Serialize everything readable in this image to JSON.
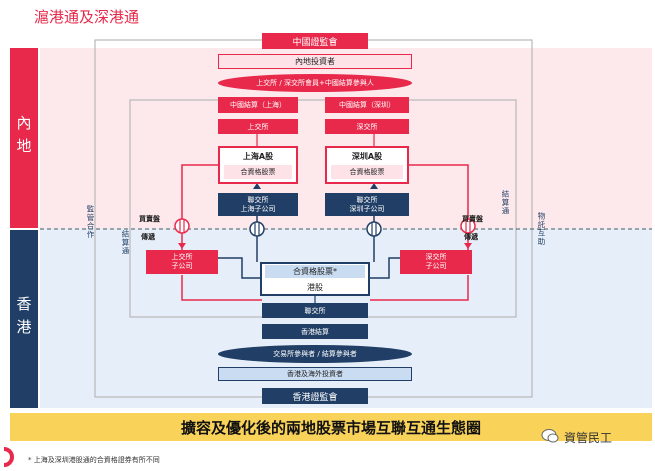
{
  "title": "滬港通及深港通",
  "banner": "擴容及優化後的兩地股票市場互聯互通生態圈",
  "footnote": "* 上海及深圳港股通的合資格證券有所不同",
  "watermark": "資管民工",
  "regions": {
    "mainland": "內地",
    "hongkong": "香港"
  },
  "boxes": {
    "csrc": "中國證監會",
    "mainland_investors": "內地投資者",
    "mainland_members": "上交所 / 深交所會員+中國結算參與人",
    "chinaclear_sh": "中國結算（上海）",
    "chinaclear_sz": "中國結算（深圳）",
    "sse": "上交所",
    "szse": "深交所",
    "sh_a_line1": "上海A股",
    "sh_a_line2": "合資格股票",
    "sz_a_line1": "深圳A股",
    "sz_a_line2": "合資格股票",
    "hkex_sh_sub": "聯交所\n上海子公司",
    "hkex_sz_sub": "聯交所\n深圳子公司",
    "sse_hk_sub": "上交所\n子公司",
    "szse_hk_sub": "深交所\n子公司",
    "hk_eligible": "合資格股票*",
    "hk_shares": "港股",
    "sehk": "聯交所",
    "hkscc": "香港結算",
    "hk_participants": "交易所參與者 / 結算參與者",
    "hk_overseas_investors": "香港及海外投資者",
    "sfc": "香港證監會"
  },
  "side_labels": {
    "order_left": "買賣盤",
    "transmit_left": "傳遞",
    "order_right": "買賣盤",
    "transmit_right": "傳遞",
    "regulatory": "監管合作",
    "clearing_left": "結算通",
    "clearing_right": "結算通",
    "custody": "物託互助"
  },
  "colors": {
    "red": "#e8294b",
    "navy": "#213f66",
    "pink_bg": "#fde8eb",
    "blue_bg": "#e6eff9"
  }
}
